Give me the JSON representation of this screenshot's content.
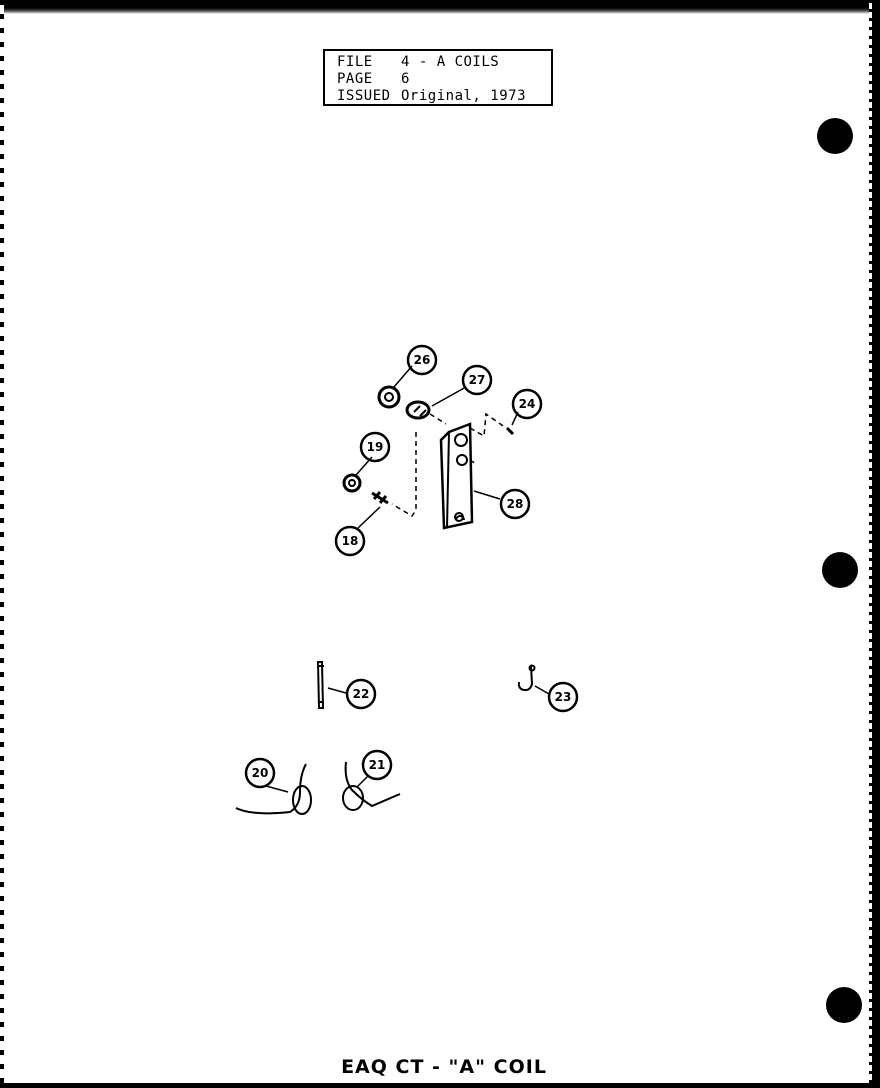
{
  "header": {
    "file_label": "FILE",
    "file_value": "4 - A COILS",
    "page_label": "PAGE",
    "page_value": "6",
    "issued_label": "ISSUED",
    "issued_value": "Original, 1973"
  },
  "callouts": {
    "c26": "26",
    "c27": "27",
    "c24": "24",
    "c19": "19",
    "c28": "28",
    "c18": "18",
    "c22": "22",
    "c23": "23",
    "c20": "20",
    "c21": "21"
  },
  "caption": "EAQ CT - \"A\" COIL"
}
